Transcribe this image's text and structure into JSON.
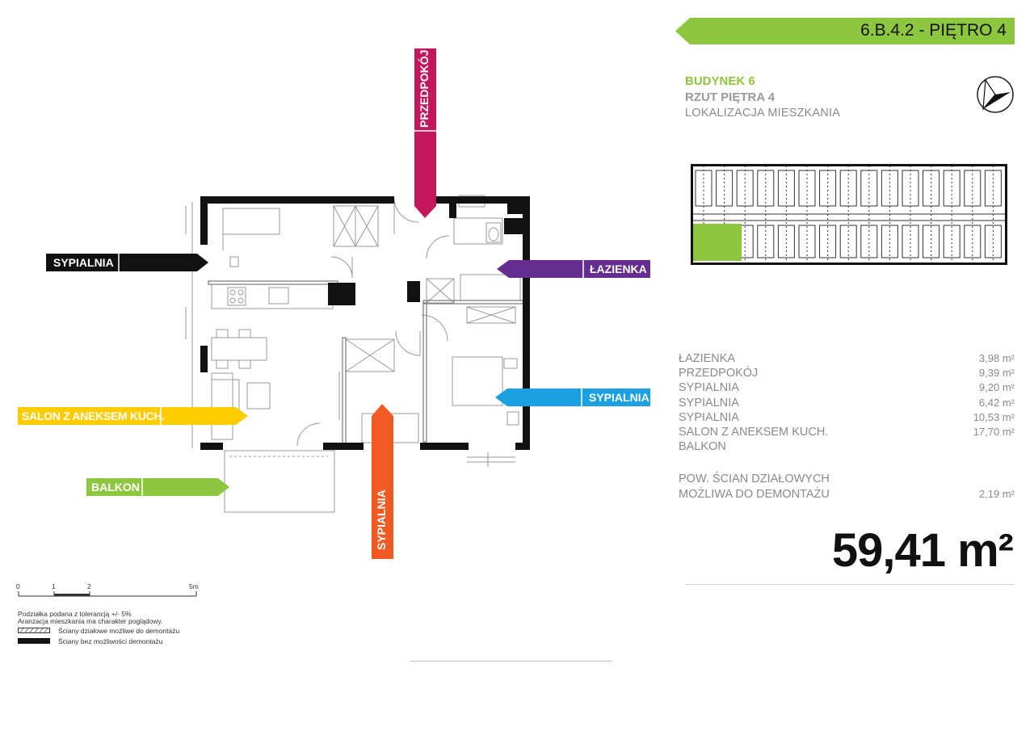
{
  "header": {
    "unit_code": "6.B.4.2",
    "floor_label": "- PIĘTRO 4"
  },
  "info": {
    "building": "BUDYNEK 6",
    "floor_plan": "RZUT PIĘTRA 4",
    "location": "LOKALIZACJA MIESZKANIA"
  },
  "rooms": {
    "sypialnia_top": "SYPIALNIA",
    "przedpokoj": "PRZEDPOKÓJ",
    "lazienka": "ŁAZIENKA",
    "sypialnia_right": "SYPIALNIA",
    "salon": "SALON Z ANEKSEM KUCH.",
    "balkon": "BALKON",
    "sypialnia_bottom": "SYPIALNIA"
  },
  "areas": [
    {
      "label": "ŁAZIENKA",
      "value": "3,98 m²"
    },
    {
      "label": "PRZEDPOKÓJ",
      "value": "9,39 m²"
    },
    {
      "label": "SYPIALNIA",
      "value": "9,20 m²"
    },
    {
      "label": "SYPIALNIA",
      "value": "6,42 m²"
    },
    {
      "label": "SYPIALNIA",
      "value": "10,53 m²"
    },
    {
      "label": "SALON Z ANEKSEM KUCH.",
      "value": "17,70 m²"
    },
    {
      "label": "BALKON",
      "value": ""
    }
  ],
  "walls": {
    "line1": "POW. ŚCIAN DZIAŁOWYCH",
    "line2": "MOŻLIWA DO DEMONTAŻU",
    "value": "2,19 m²"
  },
  "total_area": "59,41 m²",
  "scale": {
    "t0": "0",
    "t1": "1",
    "t2": "2",
    "t5": "5m"
  },
  "legend": {
    "note1": "Podziałka podana z tolerancją +/- 5%",
    "note2": "Aranżacja mieszkania ma charakter poglądowy.",
    "removable": "Ściany działowe możliwe do demontażu",
    "fixed": "Ściany bez możliwości demontażu"
  },
  "colors": {
    "green": "#8dc63f",
    "magenta": "#c2185b",
    "purple": "#662d91",
    "blue": "#1ba1e2",
    "yellow": "#ffcc00",
    "orange": "#f15a22",
    "black": "#111111"
  }
}
